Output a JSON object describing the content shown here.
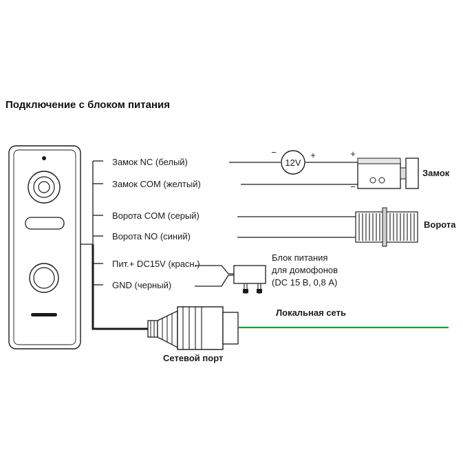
{
  "title": "Подключение с блоком питания",
  "device": {
    "wires": {
      "lock_nc": "Замок NC (белый)",
      "lock_com": "Замок COM (желтый)",
      "gate_com": "Ворота COM (серый)",
      "gate_no": "Ворота NO (синий)",
      "power_plus": "Пит.+ DC15V (красн.)",
      "gnd": "GND (черный)"
    }
  },
  "battery": {
    "label": "12V",
    "minus": "−",
    "plus": "+"
  },
  "lock": {
    "label": "Замок",
    "plus": "+",
    "minus": "−"
  },
  "gate": {
    "label": "Ворота"
  },
  "power_supply": {
    "line1": "Блок питания",
    "line2": "для домофонов",
    "line3": "(DC 15 В, 0,8 А)"
  },
  "network": {
    "port_label": "Сетевой порт",
    "lan_label": "Локальная сеть",
    "lan_color": "#1f9a3a"
  },
  "colors": {
    "ink": "#1a1a1a",
    "lan": "#1f9a3a"
  }
}
